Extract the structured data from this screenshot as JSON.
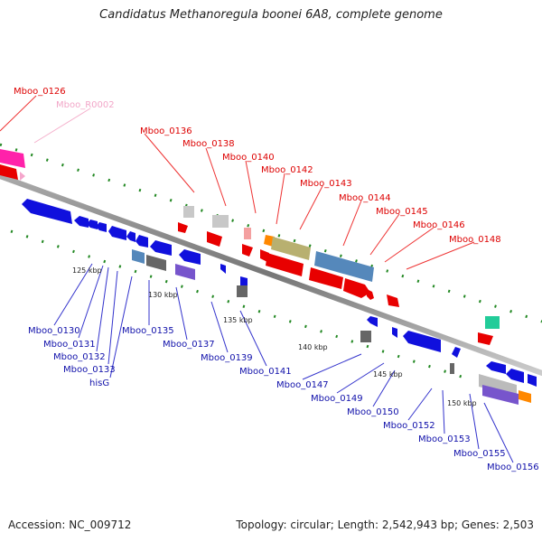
{
  "title": "Candidatus Methanoregula boonei 6A8, complete genome",
  "footer": {
    "accession": "Accession: NC_009712",
    "topology": "Topology: circular; Length: 2,542,943 bp; Genes: 2,503"
  },
  "scale_labels": [
    "125 kbp",
    "130 kbp",
    "135 kbp",
    "140 kbp",
    "145 kbp",
    "150 kbp"
  ],
  "top_labels": [
    "Mboo_0126",
    "Mboo_R0002",
    "Mboo_0136",
    "Mboo_0138",
    "Mboo_0140",
    "Mboo_0142",
    "Mboo_0143",
    "Mboo_0144",
    "Mboo_0145",
    "Mboo_0146",
    "Mboo_0148"
  ],
  "bottom_labels": [
    "Mboo_0130",
    "Mboo_0131",
    "Mboo_0132",
    "Mboo_0133",
    "hisG",
    "Mboo_0135",
    "Mboo_0137",
    "Mboo_0139",
    "Mboo_0141",
    "Mboo_0147",
    "Mboo_0149",
    "Mboo_0150",
    "Mboo_0152",
    "Mboo_0153",
    "Mboo_0155",
    "Mboo_0156"
  ],
  "colors": {
    "red": "#e80000",
    "blue": "#1010dd",
    "pink": "#ff22aa",
    "grey": "#777777",
    "light_grey": "#c8c8c8",
    "steel_blue": "#5588bb",
    "khaki": "#b8b070",
    "orange": "#ff8800",
    "purple": "#7755cc",
    "teal": "#22cc99",
    "axis": "#888888",
    "ticks": "#228822"
  }
}
